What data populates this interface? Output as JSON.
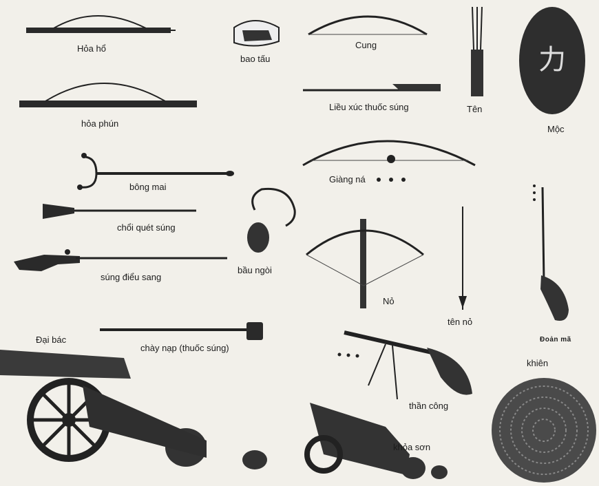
{
  "labels": {
    "hoa_ho": "Hỏa hổ",
    "hoa_phun": "hỏa phún",
    "bong_mai": "bông mai",
    "choi_quet_sung": "chổi quét súng",
    "sung_dieu_sang": "súng điểu sang",
    "bao_tau": "bao tấu",
    "bau_ngoi": "bầu ngòi",
    "cung": "Cung",
    "lieu_xuc_thuoc_sung": "Liều xúc thuốc súng",
    "giang_na": "Giàng ná",
    "no": "Nỏ",
    "ten_no": "tên nỏ",
    "ten": "Tên",
    "moc": "Mộc",
    "doan_ma": "Đoản mã",
    "dai_bac": "Đại bác",
    "chay_nap": "chày nạp (thuốc súng)",
    "than_cong": "thần công",
    "khoa_son": "khỏa sơn",
    "khien": "khiên"
  },
  "colors": {
    "ink": "#1c1c1c",
    "paper": "#f2f0ea",
    "wood": "#3a3a3a"
  }
}
